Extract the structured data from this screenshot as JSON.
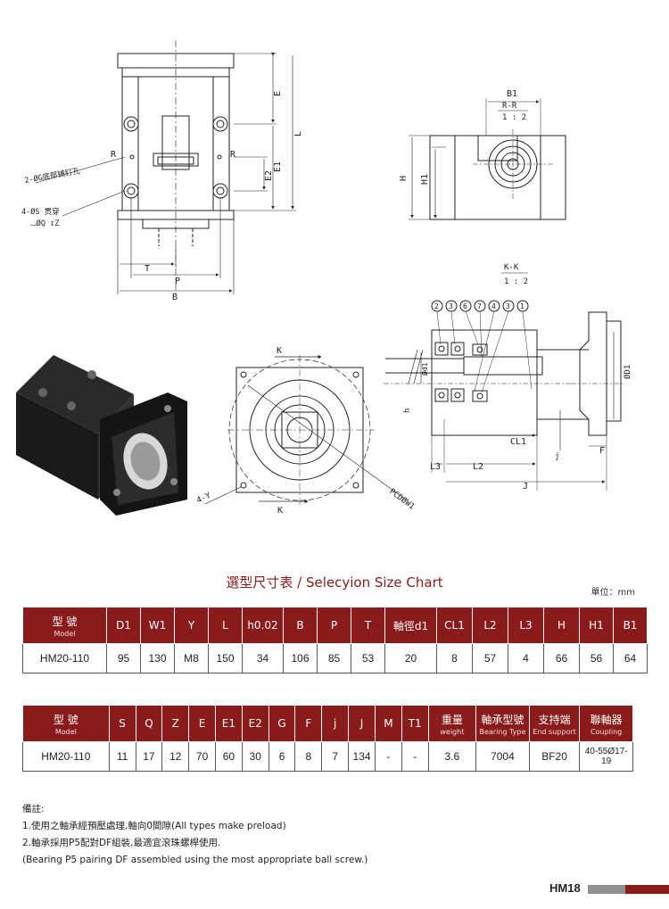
{
  "drawing_labels": {
    "front_view": {
      "R_left": "R",
      "R_right": "R",
      "E": "E",
      "E1": "E1",
      "E2": "E2",
      "L": "L",
      "T": "T",
      "P": "P",
      "B": "B",
      "hole_note": "2-ØG底部铺钉孔",
      "through_note_line1": "4-ØS  贯穿",
      "through_note_line2": "⌴ØQ ↧Z"
    },
    "side_view": {
      "B1": "B1",
      "section": "R-R",
      "scale": "1 : 2",
      "H": "H",
      "H1": "H1"
    },
    "end_view": {
      "K_top": "K",
      "K_bottom": "K",
      "Y": "4-Y",
      "PCD": "PCDØW1"
    },
    "section_view": {
      "section": "K-K",
      "scale": "1 : 2",
      "balloons": [
        "2",
        "3",
        "6",
        "7",
        "4",
        "3",
        "1"
      ],
      "d1": "Ød1",
      "h": "h",
      "D1": "ØD1",
      "CL1": "CL1",
      "L3": "L3",
      "L2": "L2",
      "J": "J",
      "F": "F",
      "j": "j"
    }
  },
  "title": "選型尺寸表 / Selecyion Size Chart",
  "unit": "單位：mm",
  "table1": {
    "header_model": "型  號",
    "header_model_sub": "Model",
    "headers": [
      "D1",
      "W1",
      "Y",
      "L",
      "h0.02",
      "B",
      "P",
      "T",
      "軸徑d1",
      "CL1",
      "L2",
      "L3",
      "H",
      "H1",
      "B1"
    ],
    "rows": [
      [
        "HM20-110",
        "95",
        "130",
        "M8",
        "150",
        "34",
        "106",
        "85",
        "53",
        "20",
        "8",
        "57",
        "4",
        "66",
        "56",
        "64"
      ]
    ]
  },
  "table2": {
    "header_model": "型  號",
    "header_model_sub": "Model",
    "headers": [
      "S",
      "Q",
      "Z",
      "E",
      "E1",
      "E2",
      "G",
      "F",
      "j",
      "J",
      "M",
      "T1"
    ],
    "extra_headers": [
      {
        "main": "重量",
        "sub": "weight"
      },
      {
        "main": "軸承型號",
        "sub": "Bearing Type"
      },
      {
        "main": "支持端",
        "sub": "End support"
      },
      {
        "main": "聯軸器",
        "sub": "Coupling"
      }
    ],
    "rows": [
      [
        "HM20-110",
        "11",
        "17",
        "12",
        "70",
        "60",
        "30",
        "6",
        "8",
        "7",
        "134",
        "-",
        "-",
        "3.6",
        "7004",
        "BF20",
        "40-55Ø17-19"
      ]
    ]
  },
  "notes": {
    "heading": "備註:",
    "lines": [
      "1.使用之軸承經預壓處理,軸向0間隙(All types make preload)",
      "2.軸承採用P5配對DF組裝,最適宜滾珠螺桿使用.",
      "(Bearing P5 pairing DF assembled using the most appropriate ball screw.)"
    ]
  },
  "footer": {
    "page_label": "HM18"
  },
  "colors": {
    "accent": "#8b1a1a",
    "grey_bar": "#8f8f8f"
  }
}
